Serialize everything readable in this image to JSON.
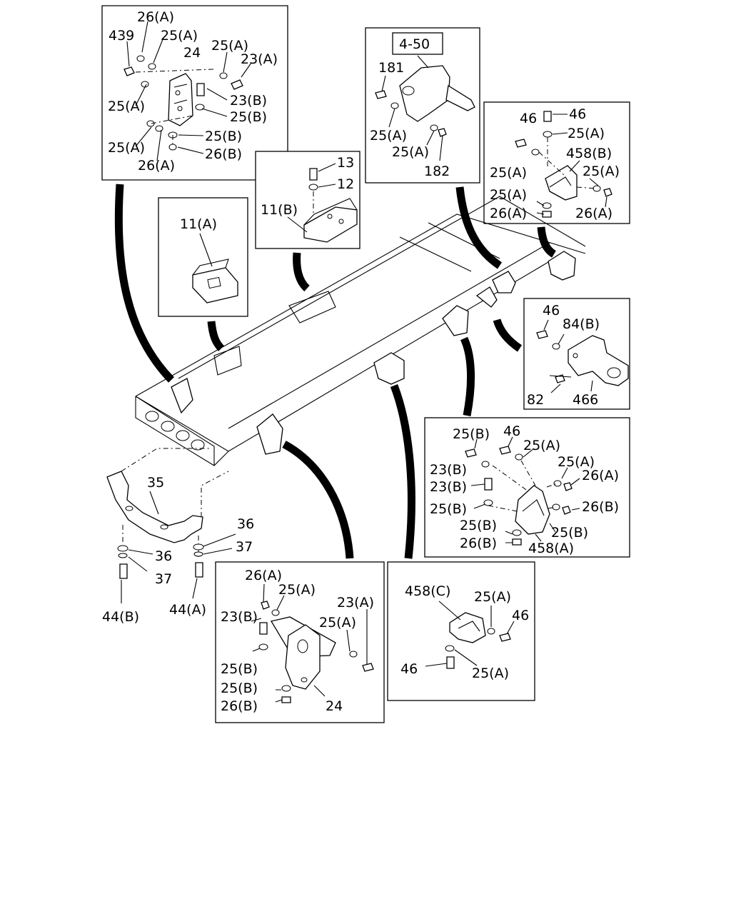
{
  "labels": {
    "p1": [
      "26(A)",
      "439",
      "25(A)",
      "24",
      "25(A)",
      "23(A)",
      "25(A)",
      "23(B)",
      "25(B)",
      "25(B)",
      "25(A)",
      "26(B)",
      "26(A)"
    ],
    "p2": [
      "13",
      "12",
      "11(B)"
    ],
    "p3": [
      "11(A)"
    ],
    "p4": [
      "4-50",
      "181",
      "25(A)",
      "25(A)",
      "182"
    ],
    "p5": [
      "46",
      "46",
      "25(A)",
      "458(B)",
      "25(A)",
      "25(A)",
      "25(A)",
      "26(A)",
      "26(A)"
    ],
    "p6": [
      "46",
      "84(B)",
      "82",
      "466"
    ],
    "p7": [
      "25(B)",
      "46",
      "25(A)",
      "25(A)",
      "23(B)",
      "26(A)",
      "23(B)",
      "25(B)",
      "26(B)",
      "25(B)",
      "25(B)",
      "26(B)",
      "458(A)"
    ],
    "p8": [
      "26(A)",
      "25(A)",
      "23(A)",
      "23(B)",
      "25(A)",
      "25(B)",
      "25(B)",
      "24",
      "26(B)"
    ],
    "p9": [
      "458(C)",
      "25(A)",
      "46",
      "46",
      "25(A)"
    ],
    "main": [
      "35",
      "36",
      "36",
      "37",
      "37",
      "44(B)",
      "44(A)"
    ]
  }
}
